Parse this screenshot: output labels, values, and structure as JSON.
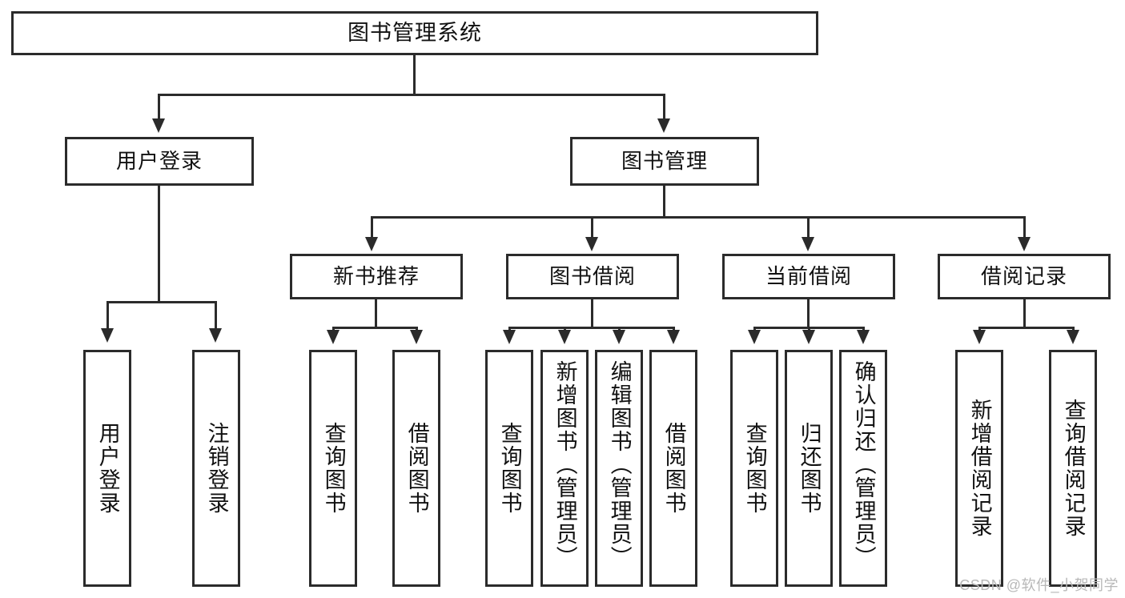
{
  "diagram": {
    "title": "图书管理系统",
    "type": "tree",
    "root": {
      "label": "图书管理系统"
    },
    "level2": [
      {
        "label": "用户登录"
      },
      {
        "label": "图书管理"
      }
    ],
    "level3": [
      {
        "label": "新书推荐"
      },
      {
        "label": "图书借阅"
      },
      {
        "label": "当前借阅"
      },
      {
        "label": "借阅记录"
      }
    ],
    "leaves": {
      "user_login": [
        {
          "label": "用户登录"
        },
        {
          "label": "注销登录"
        }
      ],
      "new_book_recommend": [
        {
          "label": "查询图书"
        },
        {
          "label": "借阅图书"
        }
      ],
      "book_borrow": [
        {
          "label": "查询图书"
        },
        {
          "label": "新增图书（管理员）"
        },
        {
          "label": "编辑图书（管理员）"
        },
        {
          "label": "借阅图书"
        }
      ],
      "current_borrow": [
        {
          "label": "查询图书"
        },
        {
          "label": "归还图书"
        },
        {
          "label": "确认归还（管理员）"
        }
      ],
      "borrow_record": [
        {
          "label": "新增借阅记录"
        },
        {
          "label": "查询借阅记录"
        }
      ]
    }
  },
  "watermark": {
    "text": "CSDN @软件_小贺同学"
  },
  "colors": {
    "stroke": "#2b2b2b",
    "background": "#ffffff",
    "text": "#111111",
    "watermark": "#b8b8b8"
  }
}
